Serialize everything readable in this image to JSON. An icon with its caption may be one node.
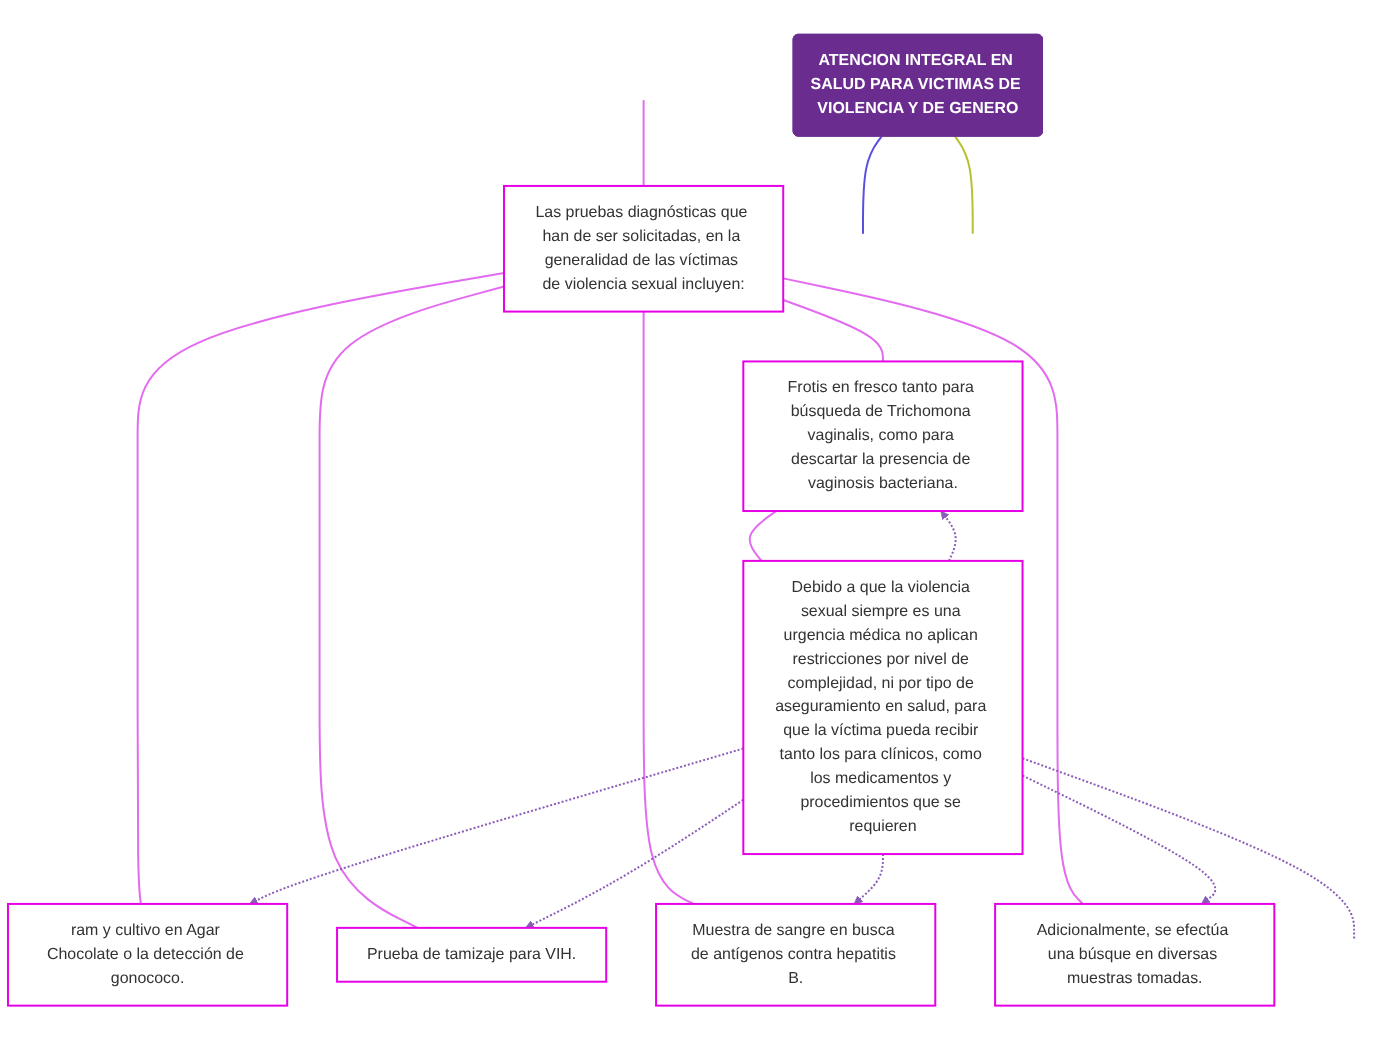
{
  "diagram": {
    "nodes": [
      {
        "text": [
          "ATENCION INTEGRAL EN SALUD PARA VICTIMAS DE VIOLENCIA Y DE GENERO"
        ]
      },
      {
        "text": [
          "Las pruebas diagnósticas que han de ser solicitadas, en la generalidad de las víctimas de violencia sexual incluyen:"
        ]
      },
      {
        "text": [
          "ram y cultivo en Agar Chocolate o la detección de gonococo."
        ]
      },
      {
        "text": [
          "Frotis en fresco tanto para búsqueda de Trichomona vaginalis, como para descartar la presencia de vaginosis bacteriana."
        ]
      },
      {
        "text": [
          "Prueba de tamizaje para VIH."
        ]
      },
      {
        "text": [
          "Muestra de sangre en busca de antígenos contra hepatitis B."
        ]
      },
      {
        "text": [
          "Adicionalmente, se efectúa una búsque en diversas muestras tomadas."
        ]
      },
      {
        "text": [
          "Debido a que la violencia sexual siempre es una urgencia médica no aplican restricciones por nivel de complejidad, ni por tipo de aseguramiento en salud, para que la víctima pueda recibir tanto los para clínicos, como los medicamentos y procedimientos que se requieren"
        ]
      }
    ],
    "edges": [
      {
        "from": 0,
        "to": null,
        "arrow": "none",
        "color": "#5b4fe0"
      },
      {
        "from": 0,
        "to": null,
        "arrow": "none",
        "color": "#b5c22e"
      },
      {
        "from": null,
        "to": 1,
        "arrow": "none"
      },
      {
        "from": 1,
        "to": 2,
        "arrow": "none"
      },
      {
        "from": 1,
        "to": 3,
        "arrow": "none"
      },
      {
        "from": 1,
        "to": 4,
        "arrow": "none"
      },
      {
        "from": 1,
        "to": 5,
        "arrow": "none"
      },
      {
        "from": 1,
        "to": 6,
        "arrow": "none"
      },
      {
        "from": 3,
        "to": 7,
        "arrow": "none"
      },
      {
        "from": 7,
        "to": 2,
        "arrow": "to",
        "style": "dashed",
        "color": "#8a5cb8"
      },
      {
        "from": 7,
        "to": 3,
        "arrow": "to",
        "style": "dashed",
        "color": "#8a5cb8"
      },
      {
        "from": 7,
        "to": 4,
        "arrow": "to",
        "style": "dashed",
        "color": "#8a5cb8"
      },
      {
        "from": 7,
        "to": 5,
        "arrow": "to",
        "style": "dashed",
        "color": "#8a5cb8"
      },
      {
        "from": 7,
        "to": 6,
        "arrow": "to",
        "style": "dashed",
        "color": "#8a5cb8"
      },
      {
        "from": 7,
        "to": null,
        "arrow": "none",
        "style": "dashed",
        "color": "#8a5cb8"
      }
    ]
  }
}
